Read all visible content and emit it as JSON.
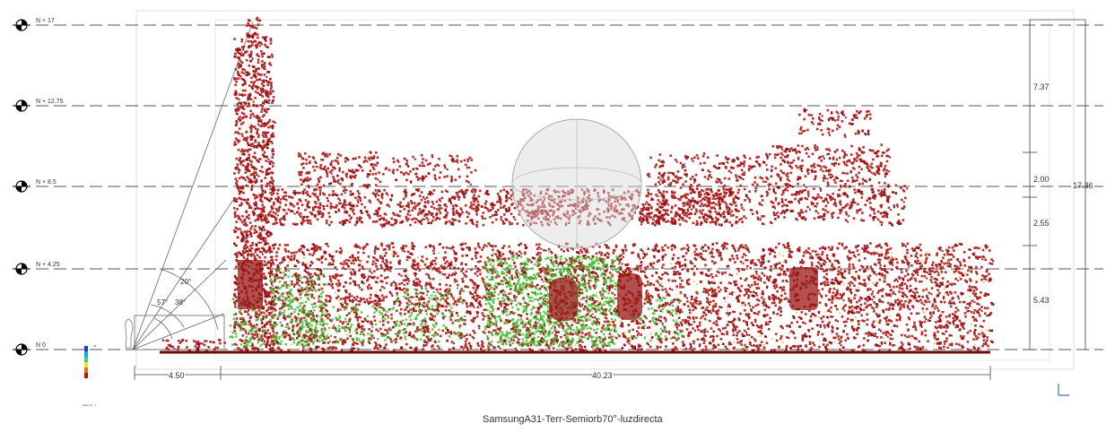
{
  "levels": [
    {
      "label": "N + 17"
    },
    {
      "label": "N + 12.75"
    },
    {
      "label": "N + 8.5"
    },
    {
      "label": "N + 4.25"
    },
    {
      "label": "N 0"
    }
  ],
  "vertical_dimensions": [
    "7.37",
    "2.00",
    "2.55",
    "5.43"
  ],
  "total_height": "17.36",
  "horizontal_dimensions": [
    "4.50",
    "40.23"
  ],
  "angles": [
    "20°",
    "57°",
    "38°"
  ],
  "caption": "SamsungA31-Terr-Semiorb70°-luzdirecta",
  "colorbar": {
    "colors": [
      "#1f3fbf",
      "#1fa0e0",
      "#40d080",
      "#e8e020",
      "#e07a10",
      "#c01010"
    ],
    "tick_labels": [
      "46",
      "",
      "",
      "",
      ""
    ],
    "caption": "stdev (0 ...)"
  },
  "colors": {
    "point_main": "#b01818",
    "point_dark": "#7a0e0e",
    "point_green": "#3cc02a",
    "point_yellow": "#c8b020"
  }
}
